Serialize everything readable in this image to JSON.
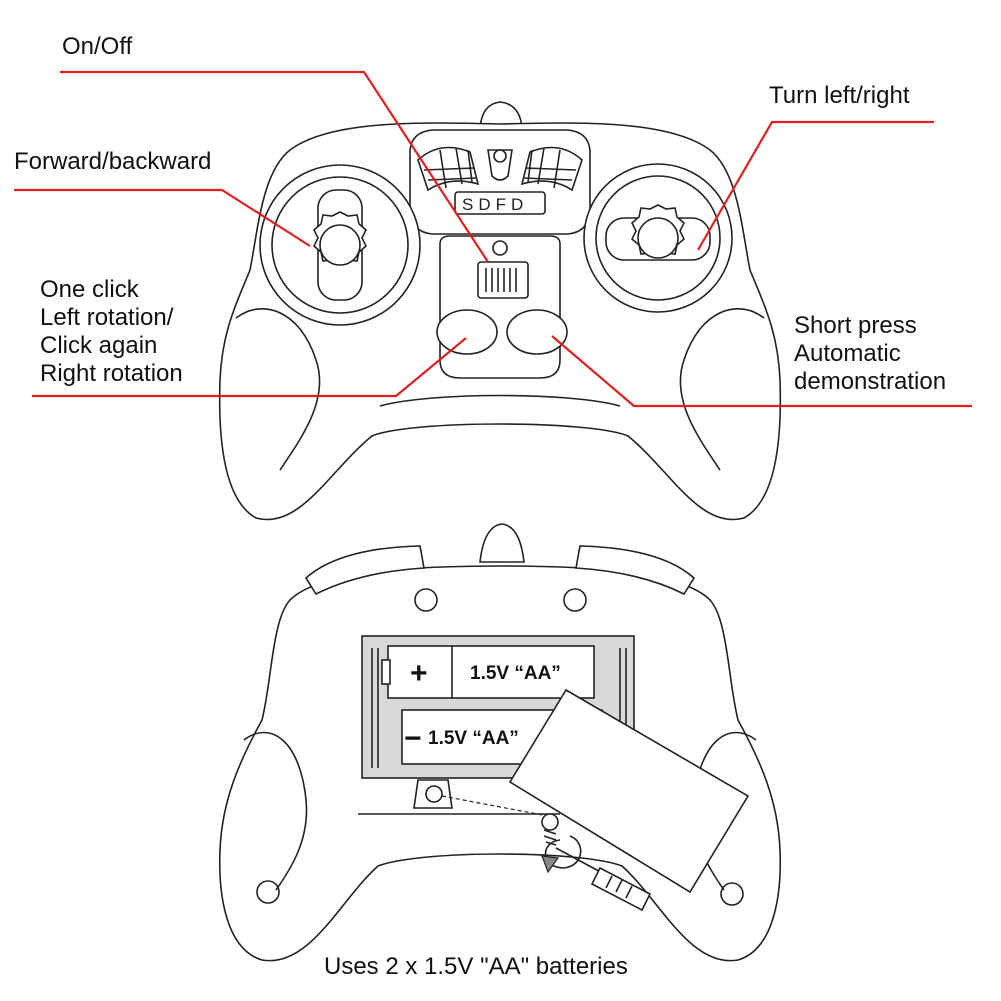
{
  "labels": {
    "on_off": "On/Off",
    "forward_backward": "Forward/backward",
    "turn_left_right": "Turn left/right",
    "rotation": [
      "One click",
      "Left rotation/",
      "Click again",
      "Right rotation"
    ],
    "demo": [
      "Short press",
      "Automatic",
      "demonstration"
    ]
  },
  "logo": "SDFD",
  "batteries": {
    "top_label": "1.5V “AA”",
    "bottom_label": "1.5V “AA”",
    "plus_sign": "+",
    "minus_sign": "−"
  },
  "caption": "Uses 2 x 1.5V \"AA\" batteries",
  "colors": {
    "callout_line": "#e02020",
    "outline": "#222222",
    "battery_bay": "#d9d9d9"
  }
}
